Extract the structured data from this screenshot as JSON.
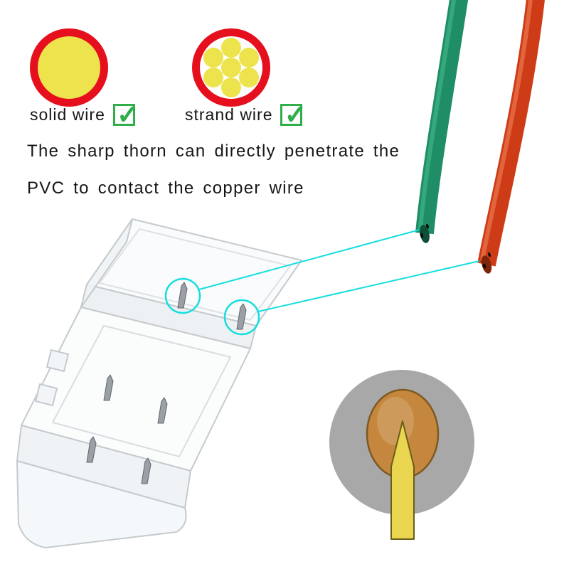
{
  "legend": {
    "solid": {
      "label": "solid wire"
    },
    "strand": {
      "label": "strand wire"
    }
  },
  "description": {
    "line1": "The sharp thorn can directly penetrate the",
    "line2": "PVC to contact the copper wire"
  },
  "icons": {
    "check": "✓"
  },
  "colors": {
    "ring_red": "#e60f1e",
    "core_yellow": "#ece34d",
    "check_green": "#2fae4a",
    "callout_cyan": "#16dede",
    "wire_green": "#1f8e66",
    "wire_green_dark": "#0f4f38",
    "wire_red": "#cd3c16",
    "wire_red_dark": "#7e2409",
    "section_gray": "#a8a8a8",
    "copper": "#c5873d",
    "thorn_yellow": "#e9d54f",
    "plastic_stroke": "#c5cacd"
  }
}
